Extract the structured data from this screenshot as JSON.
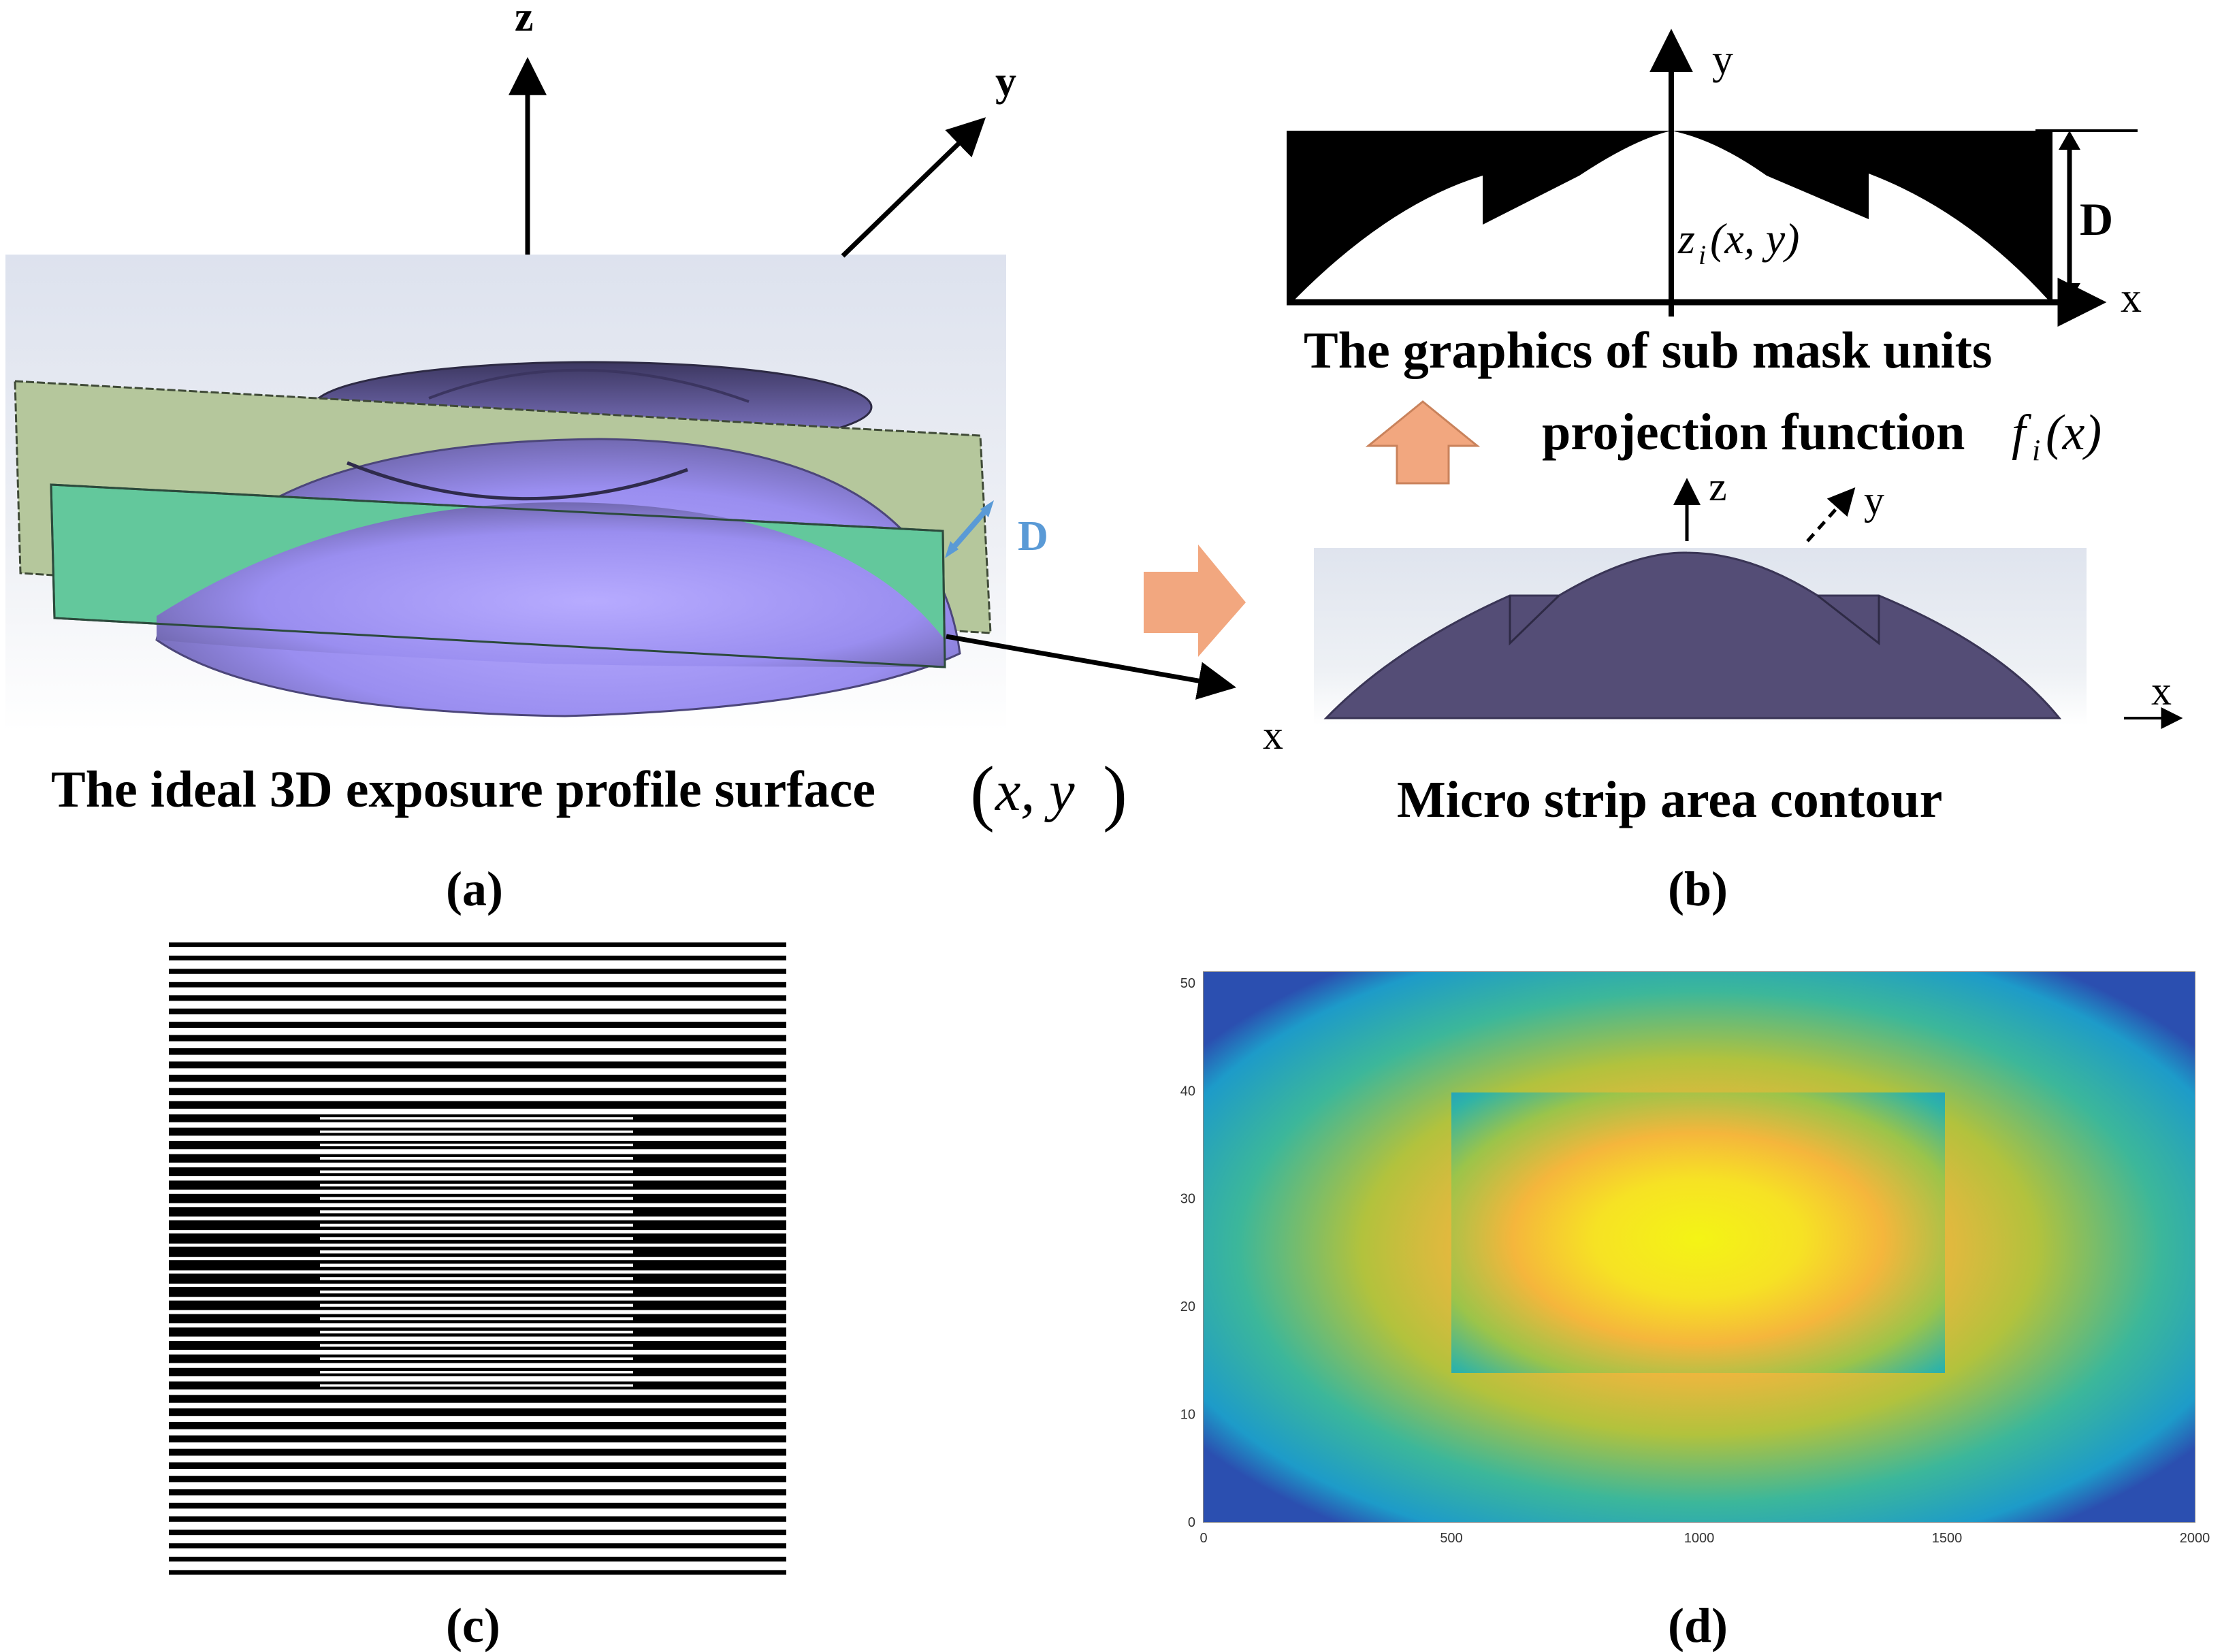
{
  "panel_a": {
    "axis_z": "z",
    "axis_y": "y",
    "label_d": "D",
    "caption": "The ideal 3D exposure profile surface",
    "caption_math_paren_open": "(",
    "caption_math_vars": "x, y",
    "caption_math_paren_close": ")",
    "panel_label": "(a)",
    "colors": {
      "lens": "#9a8ef0",
      "plane_back": "#b5c79c",
      "plane_front": "#63c89c",
      "label_d": "#5a9ad6"
    }
  },
  "panel_b": {
    "top_axis_y": "y",
    "top_axis_x": "x",
    "top_label_d": "D",
    "top_formula_z": "z",
    "top_formula_sub": "i",
    "top_formula_args": "(x, y)",
    "top_title": "The graphics of sub mask units",
    "projection_text": "projection function",
    "projection_f": "f",
    "projection_sub": "i",
    "projection_args": "(x)",
    "bottom_axis_z": "z",
    "bottom_axis_y": "y",
    "bottom_axis_x": "x",
    "bottom_axis_x_left": "x",
    "bottom_title": "Micro strip area contour",
    "panel_label": "(b)",
    "colors": {
      "arrow": "#f2a77f",
      "contour": "#544d76"
    }
  },
  "panel_c": {
    "panel_label": "(c)",
    "stripes": 48
  },
  "panel_d": {
    "panel_label": "(d)",
    "x_ticks": [
      "0",
      "500",
      "1000",
      "1500",
      "2000"
    ],
    "y_ticks": [
      "0",
      "10",
      "20",
      "30",
      "40",
      "50"
    ],
    "x_range": [
      0,
      2000
    ],
    "y_range": [
      0,
      51
    ]
  }
}
